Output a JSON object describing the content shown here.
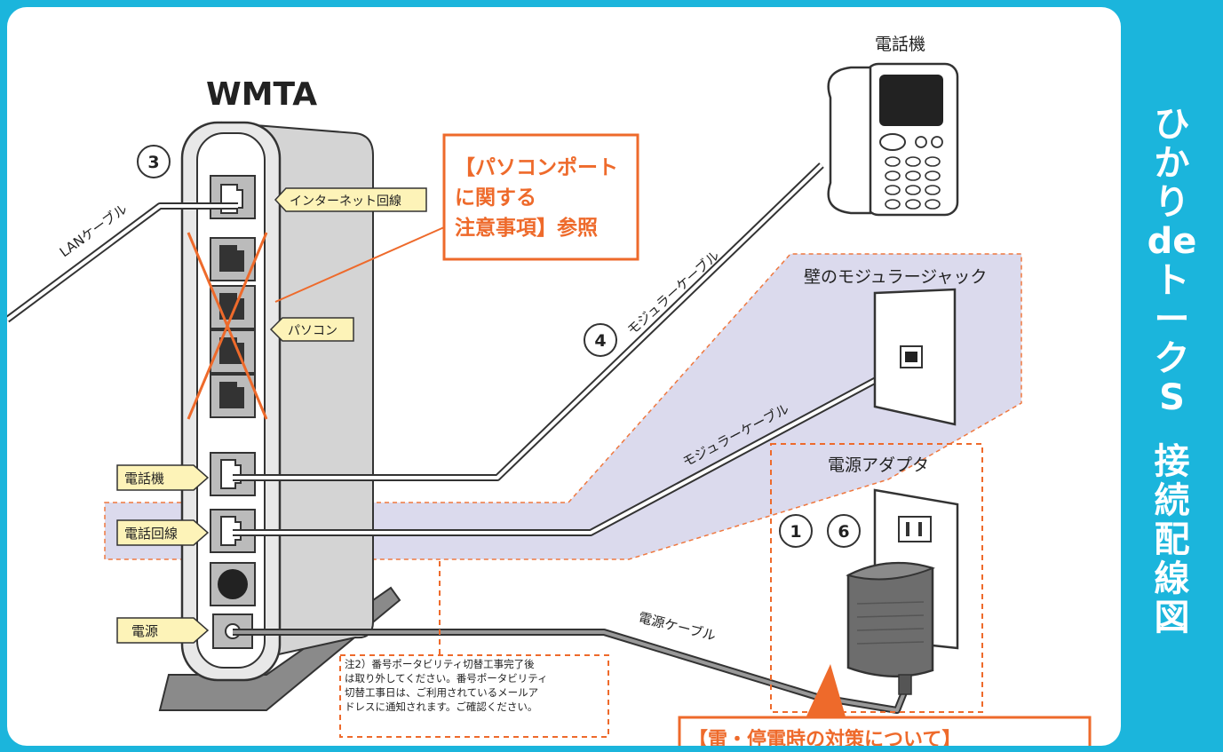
{
  "device_title": "WMTA",
  "labels": {
    "telephone": "電話機",
    "wall_jack": "壁のモジュラージャック",
    "power_adapter": "電源アダプタ",
    "lan_cable": "LANケーブル",
    "modular_cable_top": "モジュラーケーブル",
    "modular_cable_bottom": "モジュラーケーブル",
    "power_cable": "電源ケーブル"
  },
  "port_tags": {
    "internet": "インターネット回線",
    "pc": "パソコン",
    "phone": "電話機",
    "line": "電話回線",
    "power": "電源"
  },
  "steps": {
    "s3": "3",
    "s4": "4",
    "s1": "1",
    "s6": "6"
  },
  "callout_pc_port": {
    "line1": "【パソコンポート",
    "line2": "に関する",
    "line3": "注意事項】参照"
  },
  "callout_storm": "【雷・停電時の対策について】",
  "note2": {
    "line1": "注2）番号ポータビリティ切替工事完了後",
    "line2": "は取り外してください。番号ポータビリティ",
    "line3": "切替工事日は、ご利用されているメールア",
    "line4": "ドレスに通知されます。ご確認ください。"
  },
  "sidebar": {
    "title": [
      "ひ",
      "か",
      "り",
      "de",
      "ト",
      "ー",
      "ク",
      "S"
    ],
    "subtitle": [
      "接",
      "続",
      "配",
      "線",
      "図"
    ]
  },
  "colors": {
    "accent_blue": "#1bb5dc",
    "orange": "#ee6a2b",
    "tag_yellow": "#fdf3b8",
    "lavender": "#d8d6ec"
  }
}
